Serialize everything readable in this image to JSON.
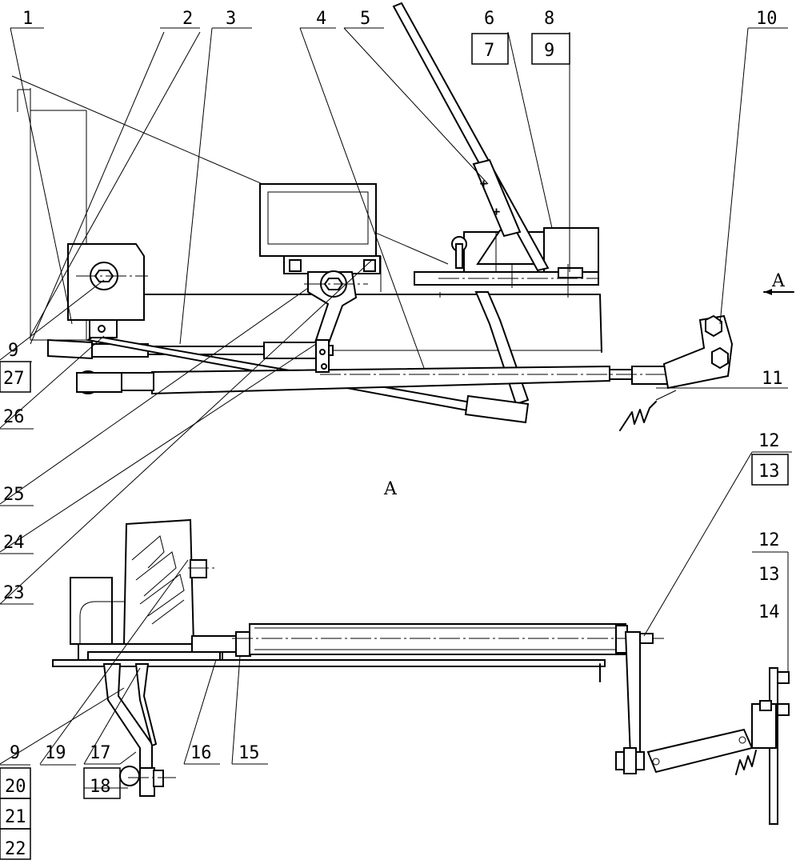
{
  "diagram": {
    "view_label": "A",
    "section_label": "A",
    "callouts_top": [
      "1",
      "2",
      "3",
      "4",
      "5",
      "6",
      "7",
      "8",
      "9",
      "10"
    ],
    "callouts_left_top": [
      "9",
      "27",
      "26"
    ],
    "callouts_left_mid": [
      "25",
      "24",
      "23"
    ],
    "callout_11": "11",
    "callouts_right": [
      "12",
      "13"
    ],
    "callouts_far_right": [
      "12",
      "13",
      "14"
    ],
    "callouts_bottom": [
      "9",
      "20",
      "21",
      "22",
      "19",
      "17",
      "18",
      "16",
      "15"
    ]
  }
}
